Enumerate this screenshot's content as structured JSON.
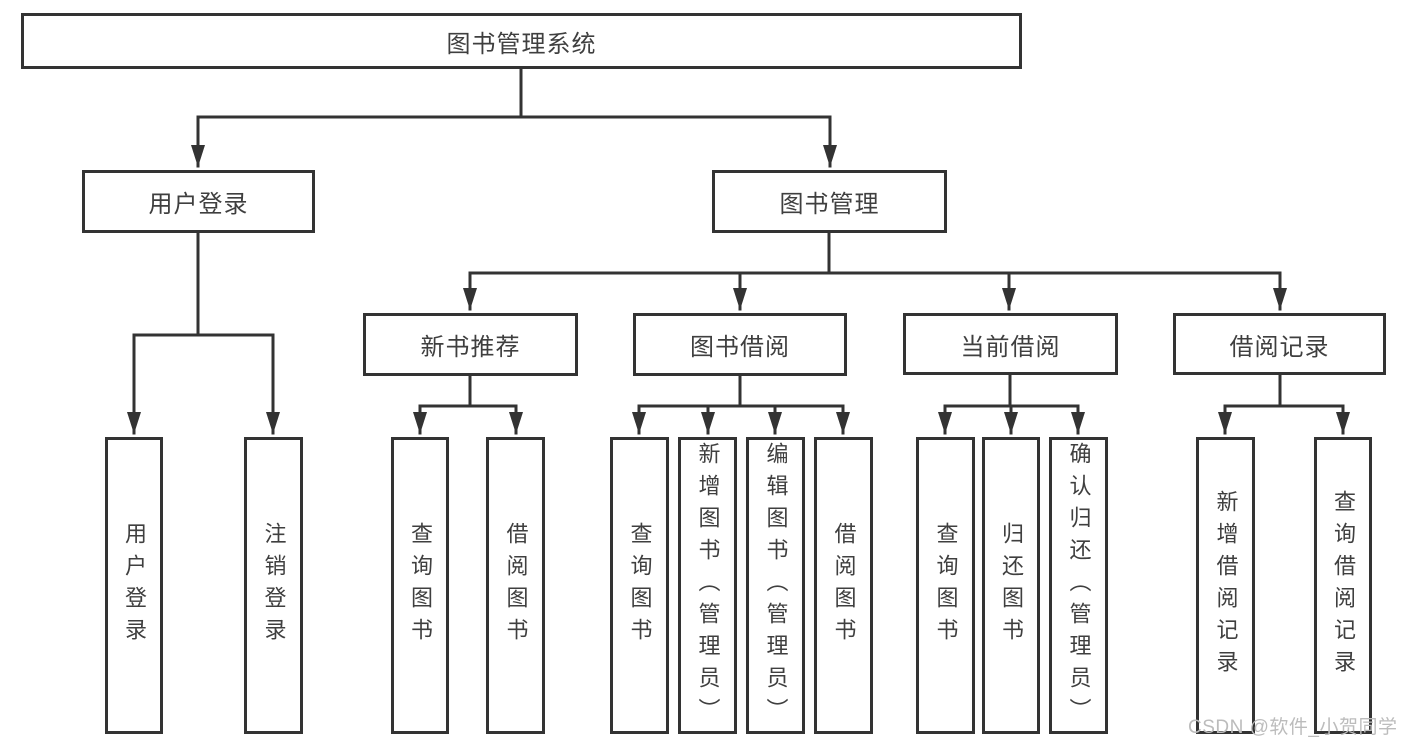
{
  "tree": {
    "root": {
      "label": "图书管理系统"
    },
    "branches": [
      {
        "label": "用户登录",
        "leaves": [
          "用户登录",
          "注销登录"
        ]
      },
      {
        "label": "图书管理",
        "groups": [
          {
            "label": "新书推荐",
            "leaves": [
              "查询图书",
              "借阅图书"
            ]
          },
          {
            "label": "图书借阅",
            "leaves": [
              "查询图书",
              "新增图书（管理员）",
              "编辑图书（管理员）",
              "借阅图书"
            ]
          },
          {
            "label": "当前借阅",
            "leaves": [
              "查询图书",
              "归还图书",
              "确认归还（管理员）"
            ]
          },
          {
            "label": "借阅记录",
            "leaves": [
              "新增借阅记录",
              "查询借阅记录"
            ]
          }
        ]
      }
    ]
  },
  "watermark": {
    "text": "CSDN @软件_小贺同学"
  },
  "colors": {
    "line": "#333333",
    "box_border": "#333333",
    "text": "#3f3f3f",
    "watermark_text": "#bcbcbc",
    "background": "#ffffff"
  }
}
